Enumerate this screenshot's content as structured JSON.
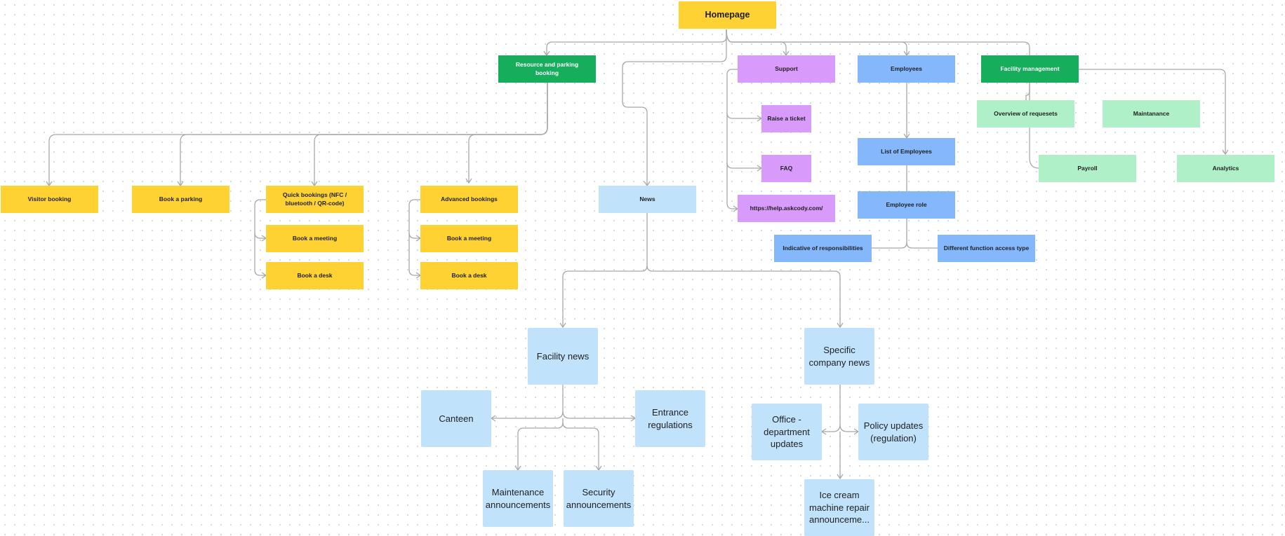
{
  "diagram": {
    "colors": {
      "yellow": "#fdd232",
      "green": "#16ae5c",
      "light_green": "#b0f0c8",
      "purple": "#d89bfb",
      "blue": "#85b7fd",
      "light_blue": "#c0e2fb",
      "connector": "#a8a8a8"
    },
    "nodes": {
      "homepage": "Homepage",
      "resource_parking": "Resource and parking booking",
      "support": "Support",
      "employees": "Employees",
      "facility_mgmt": "Facility management",
      "visitor_booking": "Visitor booking",
      "book_parking": "Book a parking",
      "quick_bookings": "Quick bookings (NFC / bluetooth / QR-code)",
      "quick_meeting": "Book a meeting",
      "quick_desk": "Book a desk",
      "advanced_bookings": "Advanced bookings",
      "adv_meeting": "Book a meeting",
      "adv_desk": "Book a desk",
      "news": "News",
      "raise_ticket": "Raise a ticket",
      "faq": "FAQ",
      "help_url": "https://help.askcody.com/",
      "list_employees": "List of Employees",
      "employee_role": "Employee role",
      "indicative_resp": "Indicative of responsibilities",
      "diff_function": "Different function access type",
      "overview_requests": "Overview of requesets",
      "maintanance": "Maintanance",
      "payroll": "Payroll",
      "analytics": "Analytics",
      "facility_news": "Facility news",
      "canteen": "Canteen",
      "entrance_reg": "Entrance regulations",
      "maintenance_ann": "Maintenance announcements",
      "security_ann": "Security announcements",
      "company_news": "Specific company news",
      "office_dept": "Office - department updates",
      "policy_updates": "Policy updates (regulation)",
      "ice_cream": "Ice cream machine repair announceme..."
    }
  }
}
